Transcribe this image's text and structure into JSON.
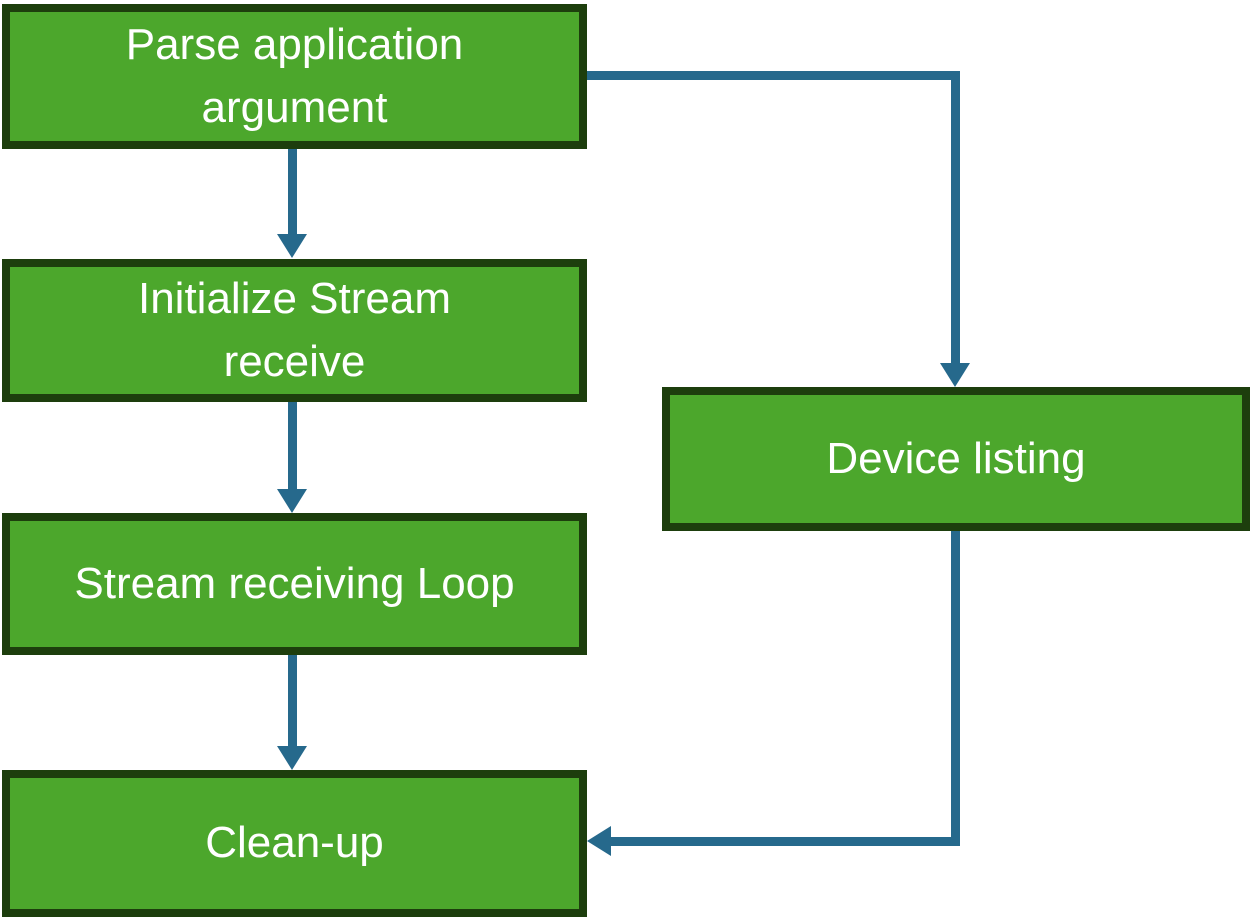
{
  "diagram": {
    "type": "flowchart",
    "background": "#ffffff",
    "colors": {
      "node_fill": "#4ca72c",
      "node_border": "#1d3e0d",
      "connector": "#26698c",
      "text": "#ffffff"
    },
    "nodes": [
      {
        "id": "parse-application-argument",
        "label": "Parse application\nargument"
      },
      {
        "id": "initialize-stream-receive",
        "label": "Initialize Stream\nreceive"
      },
      {
        "id": "stream-receiving-loop",
        "label": "Stream receiving Loop"
      },
      {
        "id": "clean-up",
        "label": "Clean-up"
      },
      {
        "id": "device-listing",
        "label": "Device listing"
      }
    ],
    "edges": [
      {
        "from": "parse-application-argument",
        "to": "initialize-stream-receive",
        "route": "straight-down"
      },
      {
        "from": "initialize-stream-receive",
        "to": "stream-receiving-loop",
        "route": "straight-down"
      },
      {
        "from": "stream-receiving-loop",
        "to": "clean-up",
        "route": "straight-down"
      },
      {
        "from": "parse-application-argument",
        "to": "device-listing",
        "route": "elbow-right-down"
      },
      {
        "from": "device-listing",
        "to": "clean-up",
        "route": "elbow-down-left"
      }
    ]
  }
}
